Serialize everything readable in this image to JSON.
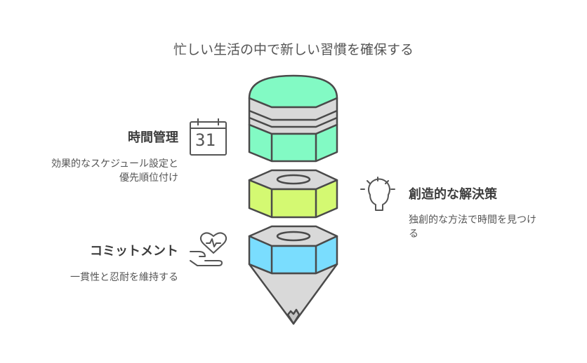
{
  "title": "忙しい生活の中で新しい習慣を確保する",
  "items": [
    {
      "heading": "時間管理",
      "desc_lines": [
        "効果的なスケジュール設定と",
        "優先順位付け"
      ],
      "icon": "calendar-icon",
      "calendar_day": "31"
    },
    {
      "heading": "創造的な解決策",
      "desc_lines": [
        "独創的な方法で時間を見つけ",
        "る"
      ],
      "icon": "lightbulb-icon"
    },
    {
      "heading": "コミットメント",
      "desc_lines": [
        "一貫性と忍耐を維持する"
      ],
      "icon": "heart-hand-icon"
    }
  ],
  "colors": {
    "green": "#82FAC4",
    "lime": "#D4F972",
    "blue": "#7ADDFE",
    "grey": "#D9D9D9",
    "stroke": "#4A4A4A"
  }
}
